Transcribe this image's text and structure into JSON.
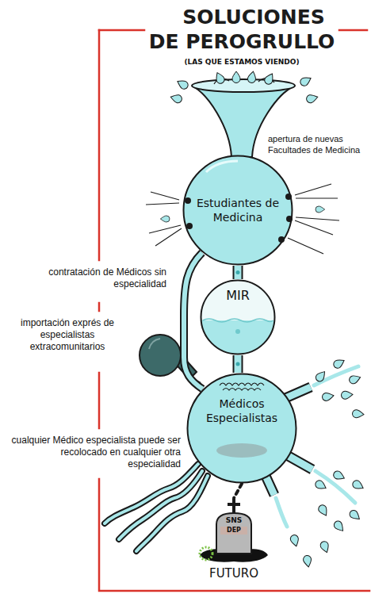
{
  "diagram": {
    "title": "SOLUCIONES DE PEROGRULLO",
    "nodes": [
      {
        "text": [
          "Estudiantes de Medicina"
        ]
      },
      {
        "text": [
          "MIR"
        ]
      },
      {
        "text": [
          "Médicos Especialistas"
        ]
      },
      {
        "text": [
          "SNS",
          "DEP",
          "FUTURO"
        ]
      }
    ],
    "edges": [
      {
        "from": 0,
        "to": 1,
        "arrow": "none"
      },
      {
        "from": 1,
        "to": 2,
        "arrow": "none"
      },
      {
        "from": 0,
        "to": 2,
        "arrow": "none"
      },
      {
        "from": 2,
        "to": 3,
        "arrow": "none"
      }
    ],
    "labels": [
      "(LAS QUE ESTAMOS VIENDO)",
      "apertura de nuevas Facultades de Medicina",
      "contratación de Médicos sin especialidad",
      "importación exprés de especialistas extracomunitarios",
      "cualquier Médico especialista puede ser recolocado en cualquier otra especialidad"
    ]
  }
}
